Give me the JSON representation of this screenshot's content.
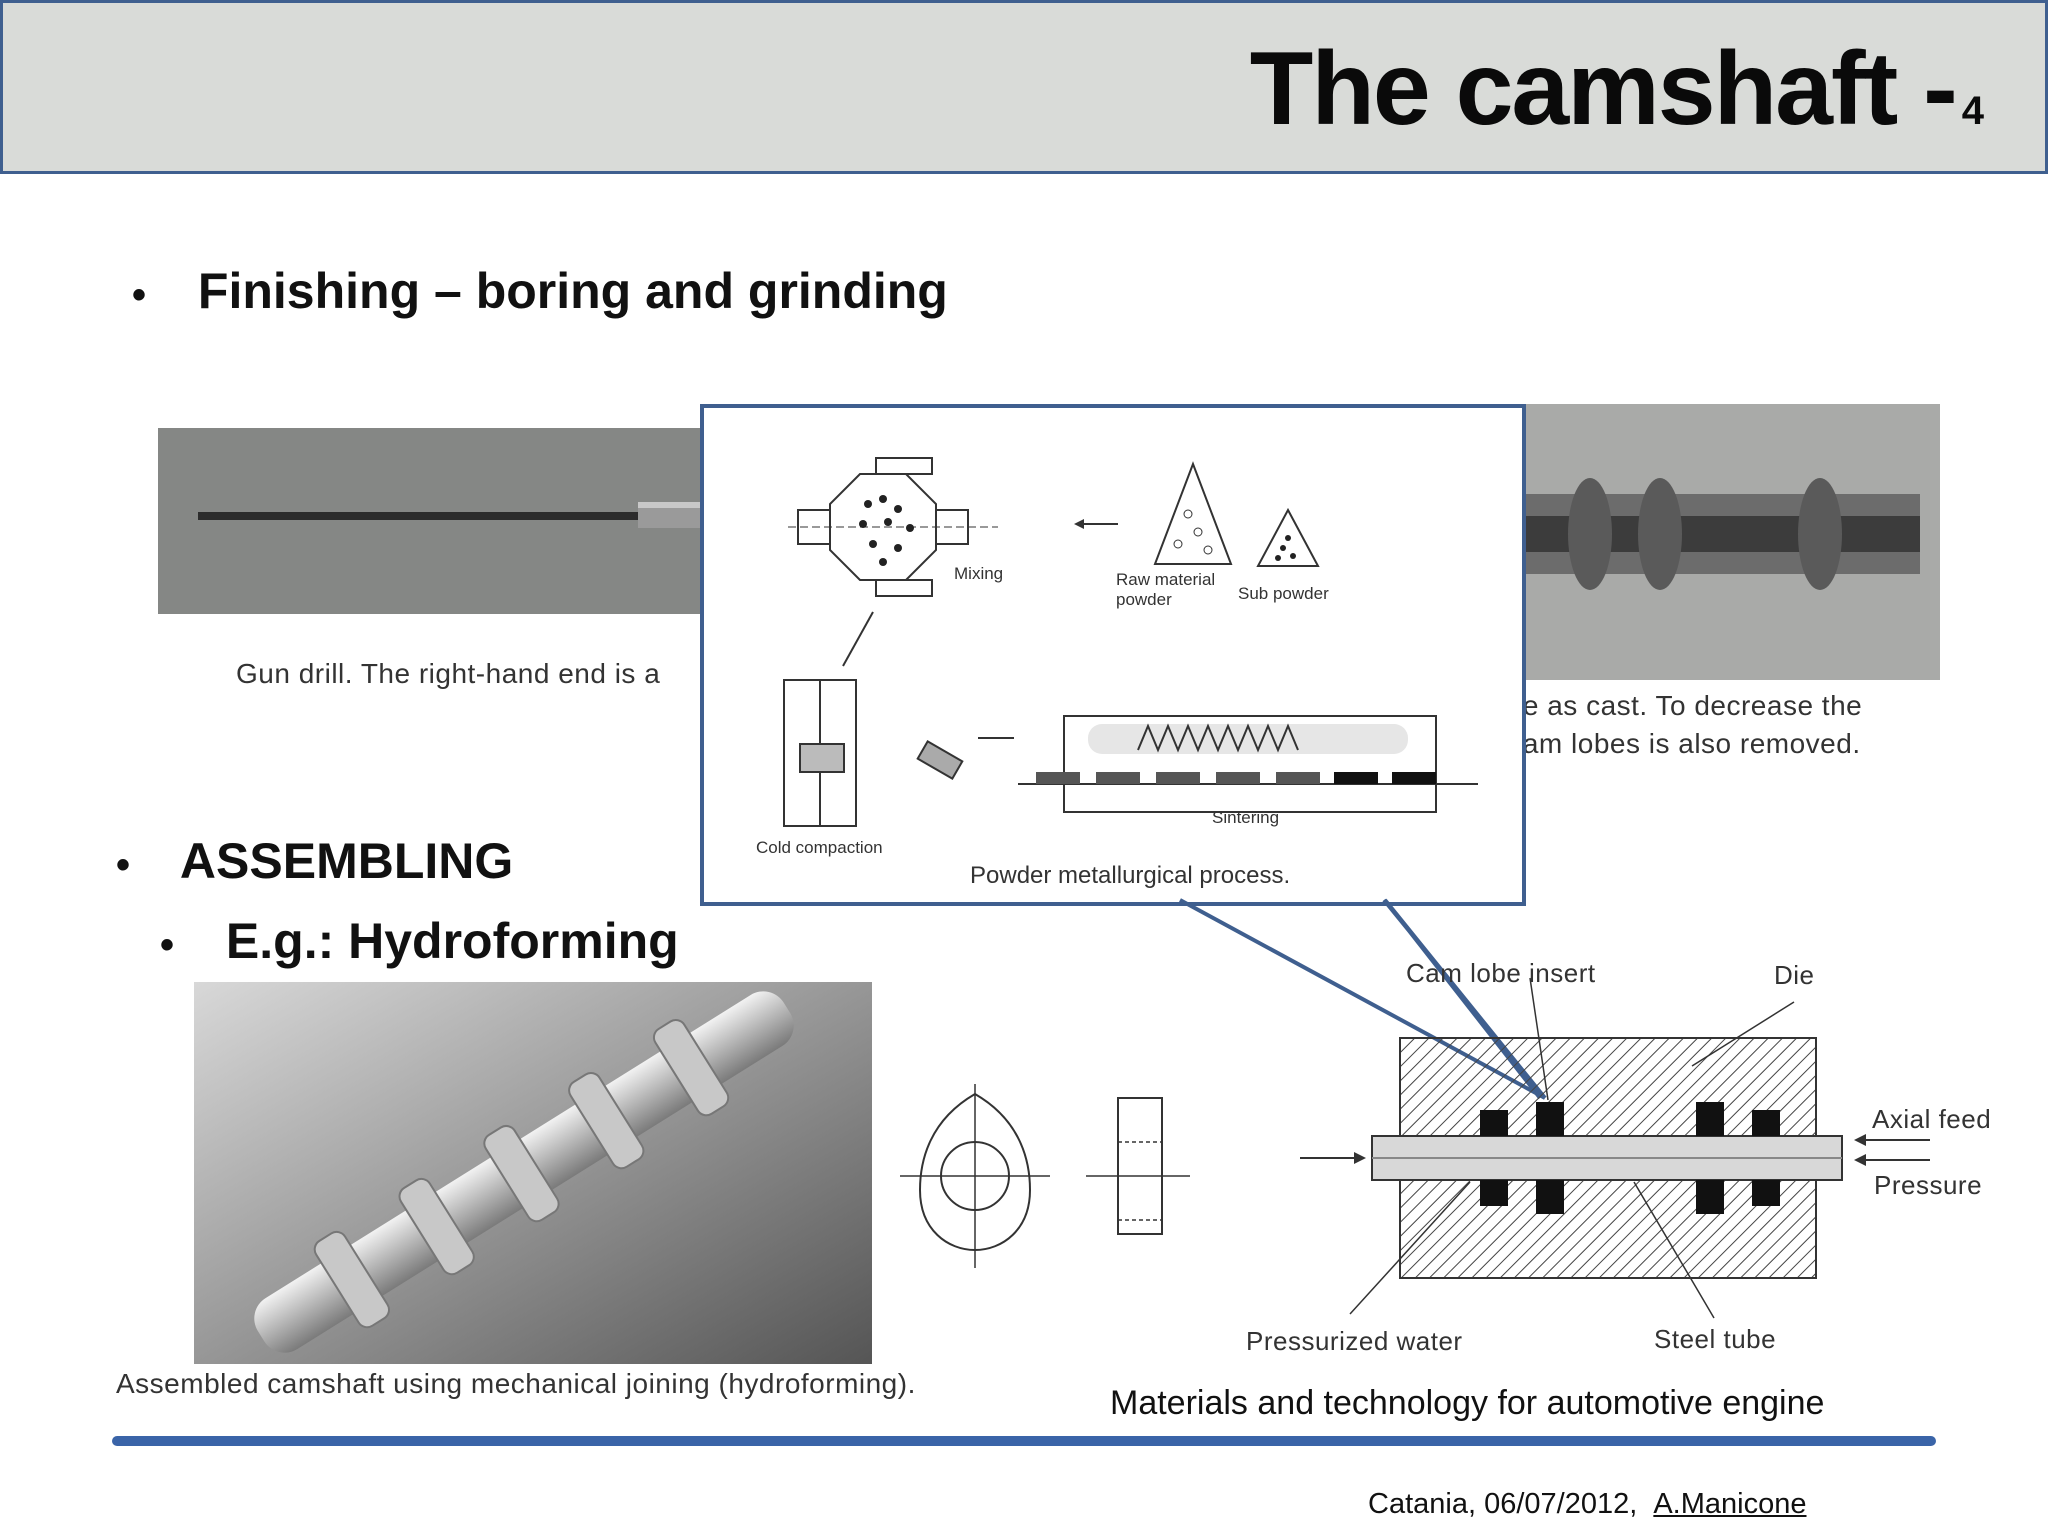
{
  "title": {
    "main": "The camshaft -",
    "number": "4"
  },
  "bullets": {
    "finishing": "Finishing – boring and grinding",
    "assembling": "ASSEMBLING",
    "example": "E.g.: Hydroforming"
  },
  "captions": {
    "gun_drill": "Gun drill. The right-hand end is a",
    "hollow_partial_1": "hole as cast. To decrease the",
    "hollow_partial_2": "e cam lobes is also removed.",
    "assembled": "Assembled camshaft using mechanical joining (hydroforming)."
  },
  "powder_diagram": {
    "mixing": "Mixing",
    "raw_material_1": "Raw material",
    "raw_material_2": "powder",
    "sub_powder": "Sub powder",
    "cold_compaction": "Cold compaction",
    "sintering": "Sintering",
    "caption": "Powder metallurgical process."
  },
  "hydroform_diagram": {
    "cam_lobe_insert": "Cam lobe insert",
    "die": "Die",
    "axial_feed": "Axial feed",
    "pressure": "Pressure",
    "pressurized_water": "Pressurized water",
    "steel_tube": "Steel tube"
  },
  "footer": {
    "book": "Materials and technology for automotive engine",
    "place_date": "Catania, 06/07/2012,",
    "author": "A.Manicone"
  },
  "colors": {
    "accent": "#3f5f8f",
    "header_bg": "#d9dbd8",
    "rule": "#3a64a8"
  }
}
